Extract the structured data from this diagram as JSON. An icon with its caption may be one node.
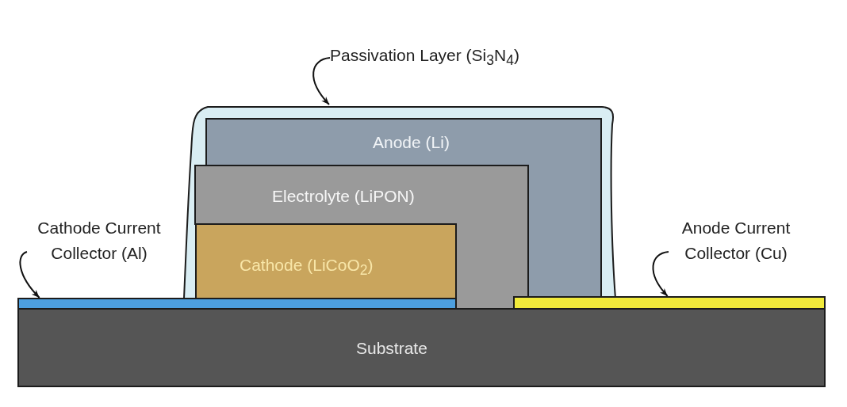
{
  "diagram": {
    "nodes": [
      {
        "text": [
          "Passivation Layer (Si$_{3}$N$_{4}$)"
        ]
      },
      {
        "text": [],
        "shape": "box"
      },
      {
        "text": [
          "Anode (Li)"
        ],
        "in": 1
      },
      {
        "text": [
          "Electrolyte (LiPON)"
        ]
      },
      {
        "text": [
          "Cathode Current Collector (Al)"
        ]
      },
      {
        "text": [
          "Anode Current Collector (Cu)"
        ]
      },
      {
        "text": [
          "Cathode (LiCoO$_{2}$)"
        ],
        "in": 1
      },
      {
        "text": [],
        "shape": "bar"
      },
      {
        "text": [],
        "shape": "bar"
      },
      {
        "text": [
          "Substrate"
        ]
      }
    ],
    "edges": [
      {
        "from": 0,
        "to": 1,
        "arrow": "to"
      },
      {
        "from": 4,
        "to": 7,
        "arrow": "to"
      },
      {
        "from": 5,
        "to": 8,
        "arrow": "to"
      }
    ]
  }
}
